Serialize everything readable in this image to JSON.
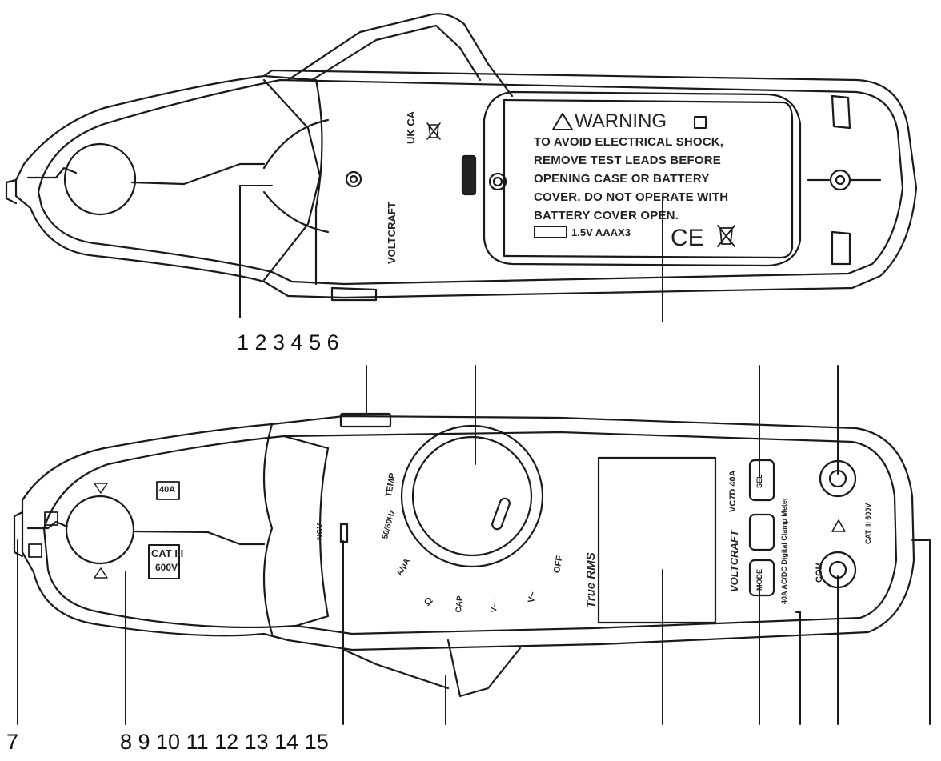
{
  "callouts": {
    "top_row": "1 2 3 4 5 6",
    "seven": "7",
    "bottom_row": "8 9 10 11 12 13 14 15"
  },
  "back_label": {
    "warning_title": "WARNING",
    "warning_lines": [
      "TO AVOID ELECTRICAL SHOCK,",
      "REMOVE TEST LEADS BEFORE",
      "OPENING CASE OR BATTERY",
      "COVER. DO NOT OPERATE WITH",
      "BATTERY COVER OPEN."
    ],
    "battery": "1.5V AAAX3",
    "ce_mark": "CE",
    "ukca_mark": "UK CA",
    "brand": "VOLTCRAFT"
  },
  "front": {
    "true_rms": "True RMS",
    "brand": "VOLTCRAFT",
    "model": "VC7D 40A",
    "description": "40A AC/DC Digital Clamp Meter",
    "cat_label": "CAT III",
    "cat_voltage": "600V",
    "current_badge": "40A",
    "ncv": "NCV",
    "com": "COM",
    "sel_button": "SEL",
    "mode_button": "MODE",
    "cat_jack": "CAT III 600V",
    "dial_positions": [
      "TEMP",
      "50/60Hz",
      "A/µA",
      "Ω",
      "CAP",
      "V—",
      "V~",
      "OFF"
    ]
  }
}
